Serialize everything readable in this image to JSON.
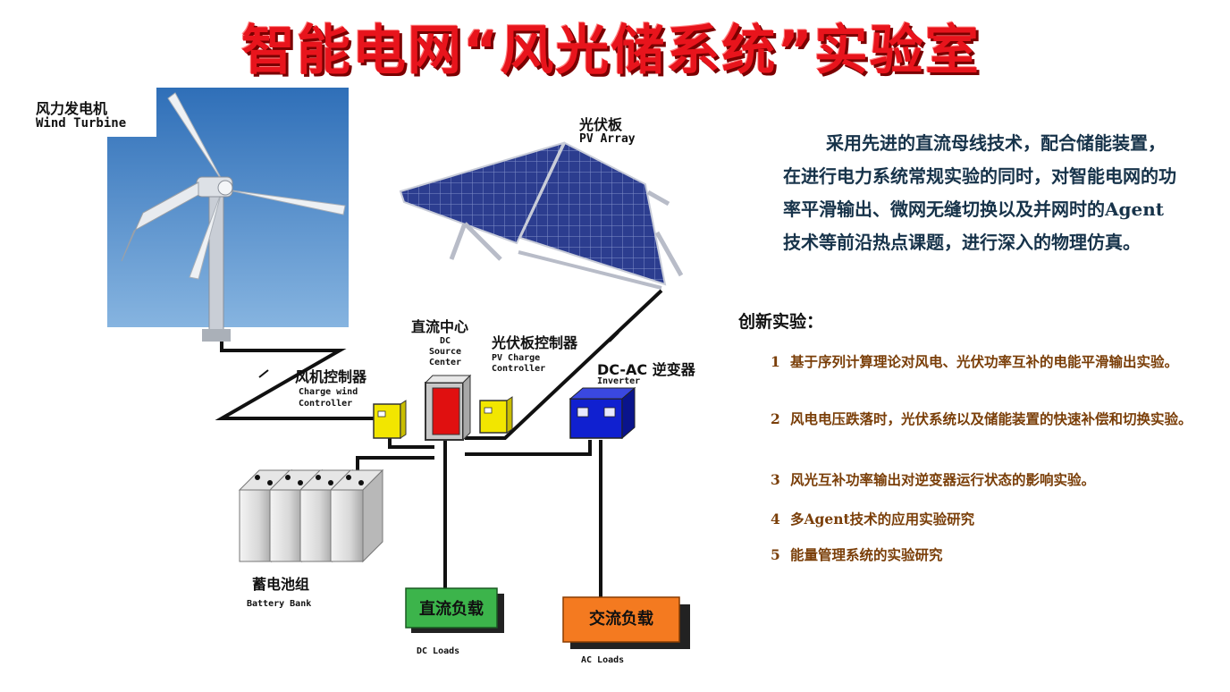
{
  "title": "智能电网“风光储系统”实验室",
  "components": {
    "wind_turbine": {
      "cn": "风力发电机",
      "en": "Wind Turbine"
    },
    "pv_array": {
      "cn": "光伏板",
      "en": "PV Array"
    },
    "dc_center": {
      "cn": "直流中心",
      "en_lines": [
        "DC",
        "Source",
        "Center"
      ]
    },
    "pv_controller": {
      "cn": "光伏板控制器",
      "en_lines": [
        "PV Charge",
        "Controller"
      ]
    },
    "wind_controller": {
      "cn": "风机控制器",
      "en_lines": [
        "Charge wind",
        "Controller"
      ]
    },
    "inverter": {
      "cn": "DC-AC 逆变器",
      "en": "Inverter"
    },
    "battery_bank": {
      "cn": "蓄电池组",
      "en": "Battery Bank"
    },
    "dc_loads": {
      "cn": "直流负载",
      "en": "DC Loads"
    },
    "ac_loads": {
      "cn": "交流负载",
      "en": "AC Loads"
    }
  },
  "description": "采用先进的直流母线技术，配合储能装置，在进行电力系统常规实验的同时，对智能电网的功率平滑输出、微网无缝切换以及并网时的Agent技术等前沿热点课题，进行深入的物理仿真。",
  "innovation": {
    "title": "创新实验：",
    "items": [
      {
        "num": "1",
        "text": "基于序列计算理论对风电、光伏功率互补的电能平滑输出实验。"
      },
      {
        "num": "2",
        "text": "风电电压跌落时，光伏系统以及储能装置的快速补偿和切换实验。"
      },
      {
        "num": "3",
        "text": "风光互补功率输出对逆变器运行状态的影响实验。"
      },
      {
        "num": "4",
        "text": "多Agent技术的应用实验研究"
      },
      {
        "num": "5",
        "text": "能量管理系统的实验研究"
      }
    ]
  },
  "colors": {
    "title": "#e8141c",
    "dc_center": "#e01010",
    "controller": "#f2e600",
    "inverter": "#1020d0",
    "dc_load": "#3cb44b",
    "ac_load": "#f47a20",
    "sky": "#4a86c6",
    "pv_panel": "#2a3a8a"
  }
}
